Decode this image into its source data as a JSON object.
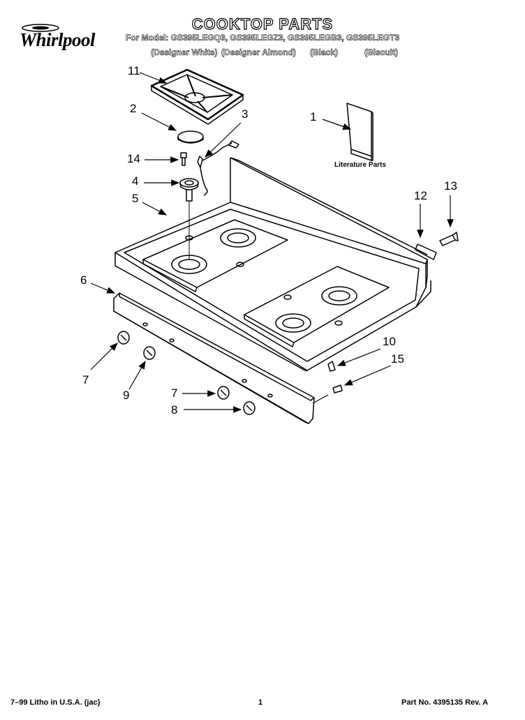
{
  "header": {
    "brand": "Whirlpool",
    "title": "COOKTOP PARTS",
    "models_line": "For Model: GS395LEGQ3, GS395LEGZ3, GS395LEGB3, GS395LEGT3",
    "variants": [
      "(Designer White)",
      "(Designer Almond)",
      "(Black)",
      "(Biscuit)"
    ]
  },
  "diagram": {
    "literature_label": "Literature Parts",
    "callouts": [
      "11",
      "2",
      "3",
      "14",
      "4",
      "5",
      "1",
      "12",
      "13",
      "6",
      "10",
      "15",
      "7",
      "9",
      "7",
      "8"
    ]
  },
  "footer": {
    "left": "7–99 Litho in U.S.A. (jac)",
    "center": "1",
    "right": "Part No. 4395135 Rev. A"
  }
}
